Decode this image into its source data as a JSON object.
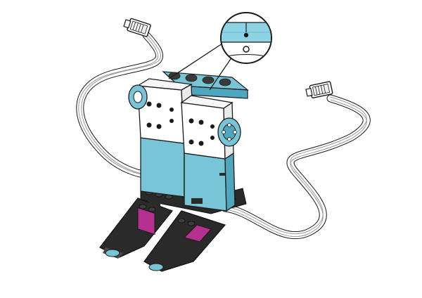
{
  "figure": {
    "kind": "build-instruction-illustration",
    "parts": {
      "motor_left": "medium-motor",
      "motor_right": "medium-motor",
      "cable_left": "motor-cable",
      "cable_right": "motor-cable",
      "connector_left": "cable-plug",
      "connector_right": "cable-plug",
      "callout": "alignment-callout",
      "feet": "black-feet",
      "base": "black-base-plate"
    }
  },
  "colors": {
    "motor_blue": "#78c5d8",
    "motor_blue_dark": "#4ea7bf",
    "motor_white": "#ffffff",
    "black_part": "#2a2a2a",
    "black_part_light": "#4a4a4a",
    "magenta": "#b4318f",
    "cable_gray": "#cfcfcf",
    "outline": "#1a1a1a",
    "callout_bg": "#ffffff",
    "callout_highlight": "#8ed3e4"
  }
}
